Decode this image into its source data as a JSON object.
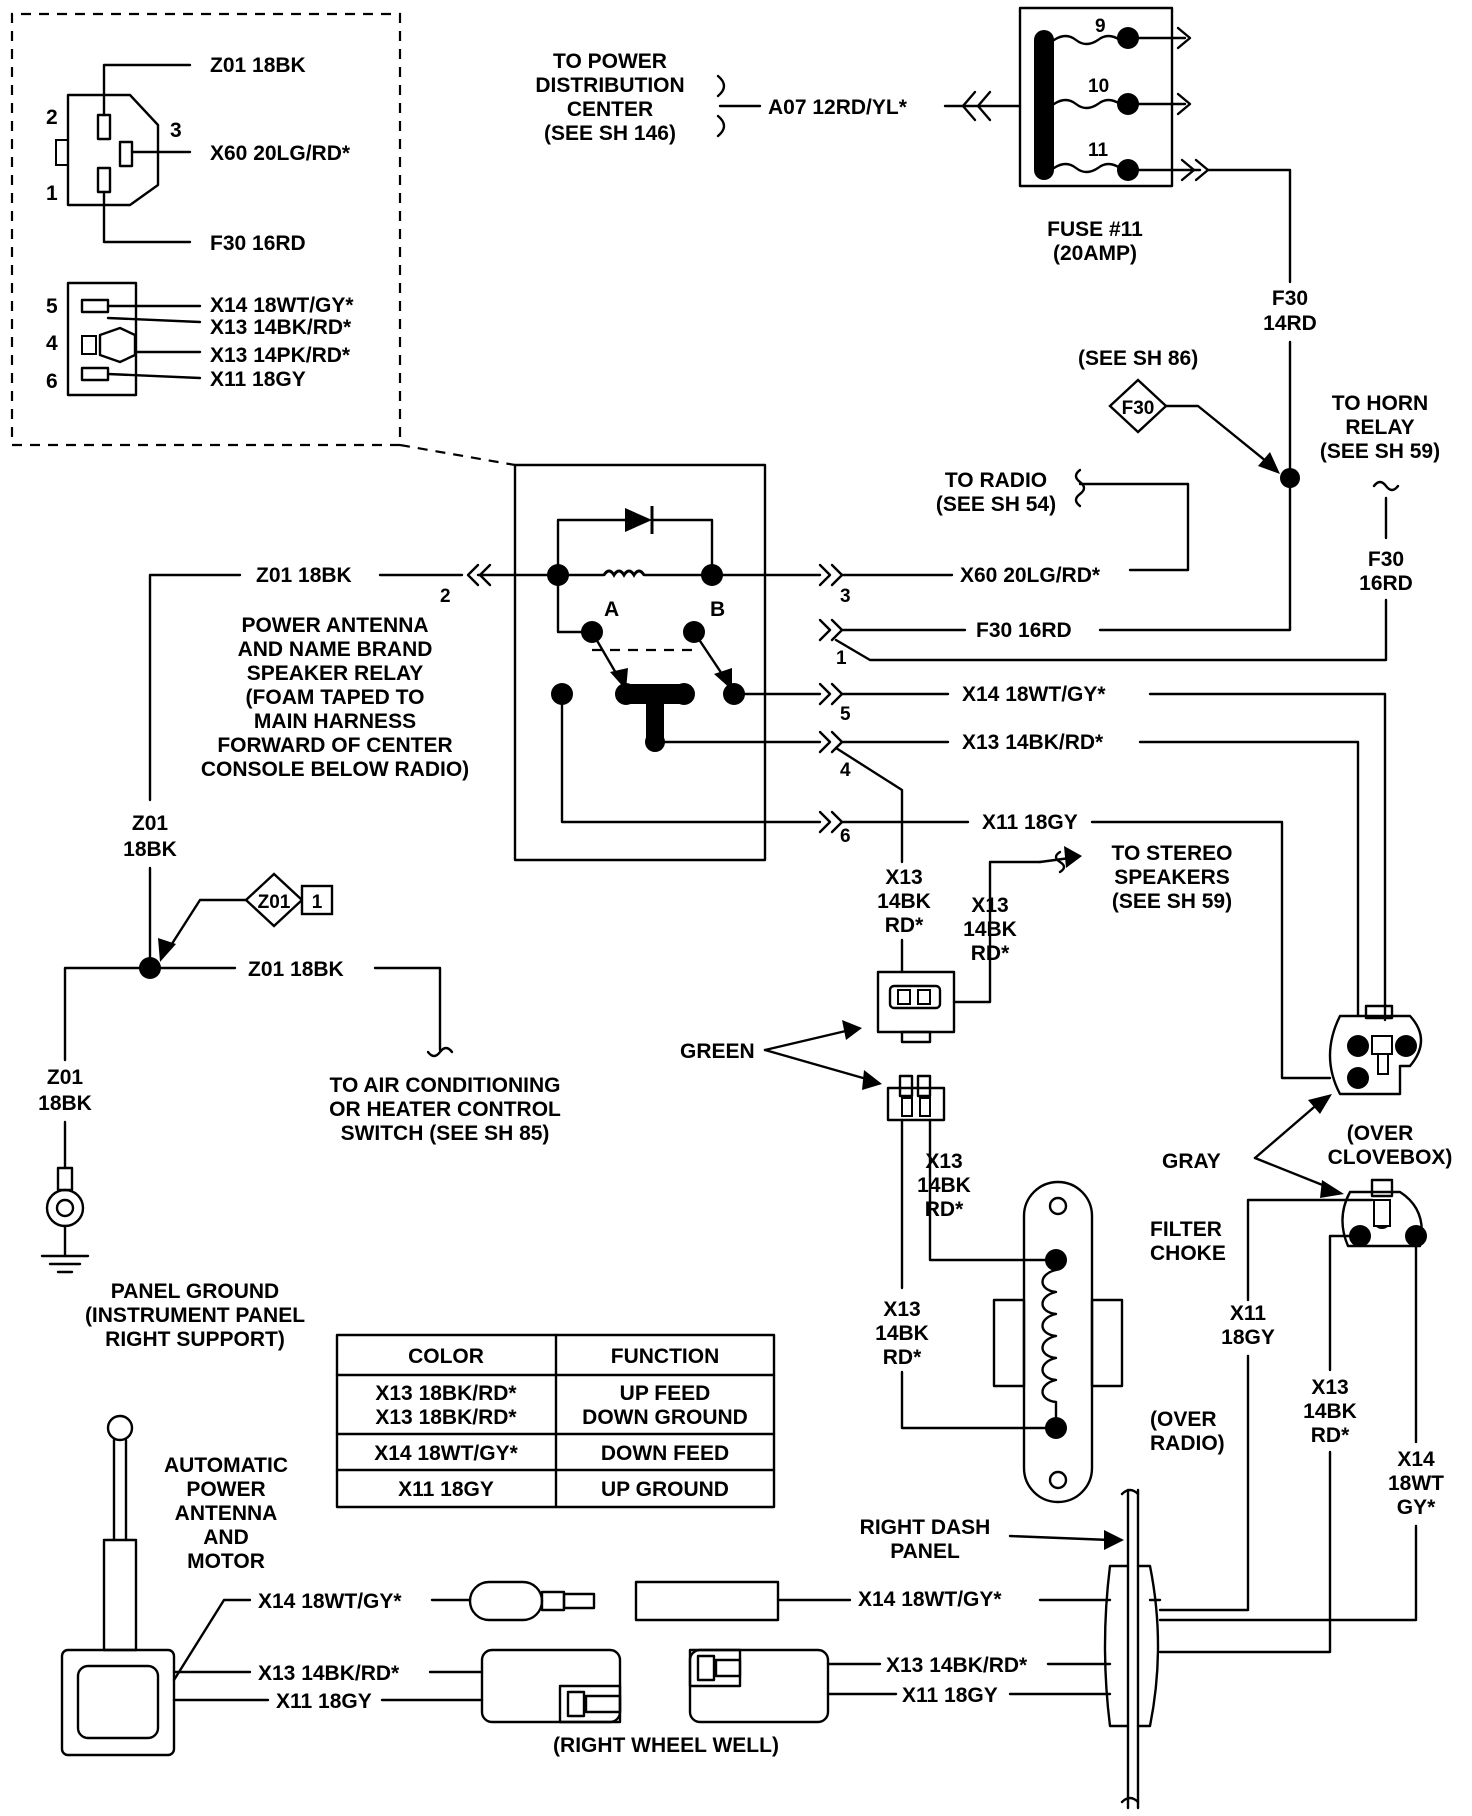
{
  "diagram": {
    "inset": {
      "switch_pins": {
        "p1": "1",
        "p2": "2",
        "p3": "3",
        "w1": "Z01 18BK",
        "w2": "X60 20LG/RD*",
        "w3": "F30 16RD"
      },
      "conn_pins": {
        "p4": "4",
        "p5": "5",
        "p6": "6",
        "w1": "X14 18WT/GY*",
        "w2": "X13 14BK/RD*",
        "w3": "X13 14PK/RD*",
        "w4": "X11 18GY"
      }
    },
    "power_dist": {
      "l1": "TO POWER",
      "l2": "DISTRIBUTION",
      "l3": "CENTER",
      "l4": "(SEE SH 146)",
      "wire": "A07 12RD/YL*"
    },
    "fuse": {
      "pin9": "9",
      "pin10": "10",
      "pin11": "11",
      "l1": "FUSE #11",
      "l2": "(20AMP)"
    },
    "f30_14rd": {
      "l1": "F30",
      "l2": "14RD"
    },
    "sh86": "(SEE SH 86)",
    "f30_diamond": "F30",
    "horn": {
      "l1": "TO HORN",
      "l2": "RELAY",
      "l3": "(SEE SH 59)"
    },
    "f30_16rd_v": {
      "l1": "F30",
      "l2": "16RD"
    },
    "radio": {
      "l1": "TO RADIO",
      "l2": "(SEE SH 54)"
    },
    "relay": {
      "pins": {
        "p1": "1",
        "p2": "2",
        "p3": "3",
        "p4": "4",
        "p5": "5",
        "p6": "6",
        "a": "A",
        "b": "B"
      },
      "label": [
        "POWER ANTENNA",
        "AND NAME BRAND",
        "SPEAKER RELAY",
        "(FOAM TAPED TO",
        "MAIN HARNESS",
        "FORWARD OF CENTER",
        "CONSOLE BELOW RADIO)"
      ]
    },
    "wires": {
      "z01_top": "Z01 18BK",
      "x60": "X60 20LG/RD*",
      "f30": "F30 16RD",
      "x14": "X14 18WT/GY*",
      "x13": "X13 14BK/RD*",
      "x11": "X11 18GY"
    },
    "z01_vert": {
      "l1": "Z01",
      "l2": "18BK"
    },
    "z01_diamond": "Z01",
    "z01_diamond_num": "1",
    "z01_mid": "Z01 18BK",
    "z01_lower": {
      "l1": "Z01",
      "l2": "18BK"
    },
    "ac": {
      "l1": "TO AIR CONDITIONING",
      "l2": "OR HEATER CONTROL",
      "l3": "SWITCH (SEE SH 85)"
    },
    "ground": {
      "l1": "PANEL GROUND",
      "l2": "(INSTRUMENT PANEL",
      "l3": "RIGHT SUPPORT)"
    },
    "x13_a": {
      "l1": "X13",
      "l2": "14BK",
      "l3": "RD*"
    },
    "x13_b": {
      "l1": "X13",
      "l2": "14BK",
      "l3": "RD*"
    },
    "stereo": {
      "l1": "TO STEREO",
      "l2": "SPEAKERS",
      "l3": "(SEE SH 59)"
    },
    "green": "GREEN",
    "gray": "GRAY",
    "glovebox": {
      "l1": "(OVER",
      "l2": "CLOVEBOX)"
    },
    "x13_c": {
      "l1": "X13",
      "l2": "14BK",
      "l3": "RD*"
    },
    "x13_d": {
      "l1": "X13",
      "l2": "14BK",
      "l3": "RD*"
    },
    "filter": {
      "l1": "FILTER",
      "l2": "CHOKE"
    },
    "over_radio": {
      "l1": "(OVER",
      "l2": "RADIO)"
    },
    "x11_r": {
      "l1": "X11",
      "l2": "18GY"
    },
    "x13_r": {
      "l1": "X13",
      "l2": "14BK",
      "l3": "RD*"
    },
    "x14_r": {
      "l1": "X14",
      "l2": "18WT",
      "l3": "GY*"
    },
    "table": {
      "h_color": "COLOR",
      "h_function": "FUNCTION",
      "r1c1": "X13 18BK/RD*",
      "r1c1b": "X13 18BK/RD*",
      "r1c2": "UP FEED",
      "r1c2b": "DOWN GROUND",
      "r2c1": "X14 18WT/GY*",
      "r2c2": "DOWN FEED",
      "r3c1": "X11 18GY",
      "r3c2": "UP GROUND"
    },
    "antenna": {
      "l1": "AUTOMATIC",
      "l2": "POWER",
      "l3": "ANTENNA",
      "l4": "AND",
      "l5": "MOTOR"
    },
    "dash": {
      "l1": "RIGHT DASH",
      "l2": "PANEL"
    },
    "bottom": {
      "x14_left": "X14 18WT/GY*",
      "x13_left": "X13 14BK/RD*",
      "x11_left": "X11 18GY",
      "x14_right": "X14 18WT/GY*",
      "x13_right": "X13 14BK/RD*",
      "x11_right": "X11 18GY",
      "wheel": "(RIGHT WHEEL WELL)"
    }
  }
}
